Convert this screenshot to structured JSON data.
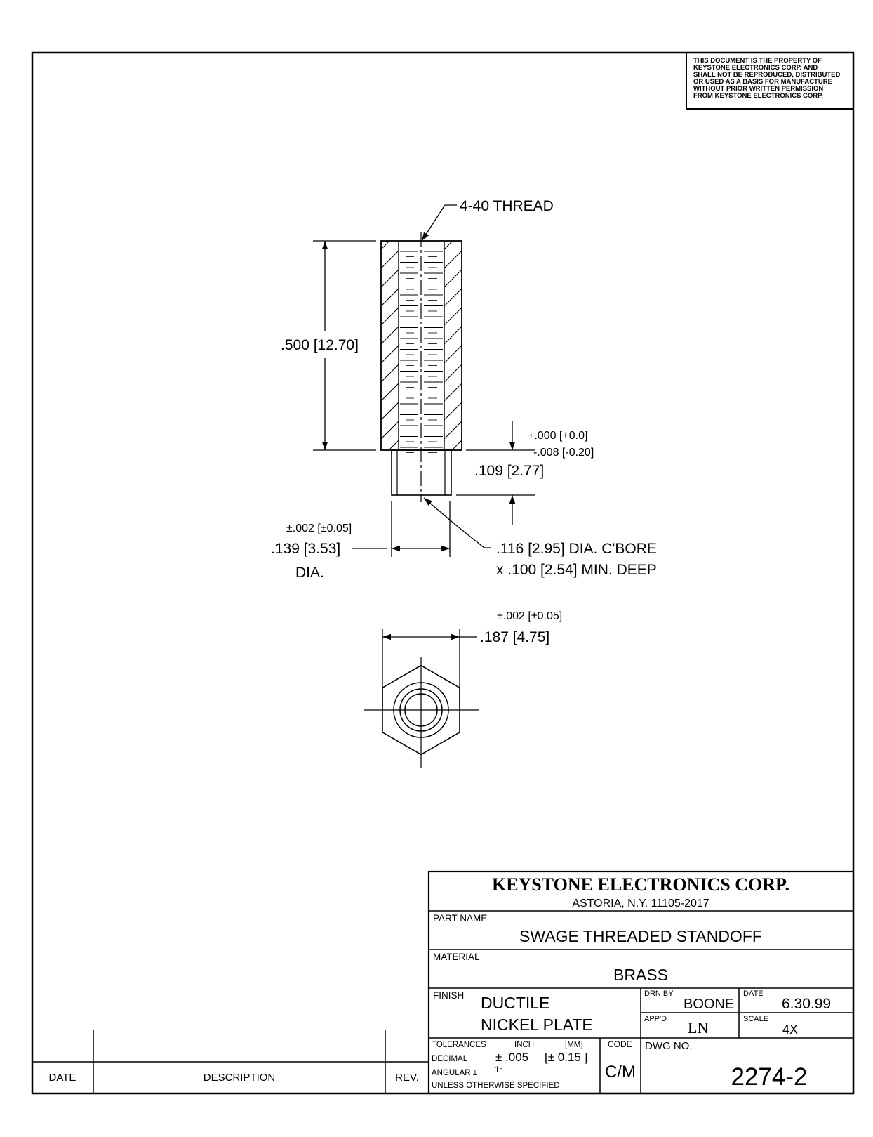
{
  "notice": {
    "lines": [
      "THIS DOCUMENT IS THE PROPERTY OF",
      "KEYSTONE ELECTRONICS CORP. AND",
      "SHALL NOT BE REPRODUCED, DISTRIBUTED",
      "OR USED AS A BASIS FOR MANUFACTURE",
      "WITHOUT PRIOR WRITTEN PERMISSION",
      "FROM KEYSTONE ELECTRONICS CORP."
    ]
  },
  "drawing": {
    "thread_callout": "4-40 THREAD",
    "length_dim": ".500 [12.70]",
    "tol_plus": "+.000 [+0.0]",
    "tol_minus": "-.008 [-0.20]",
    "swage_len": ".109 [2.77]",
    "dia_tol": "±.002 [±0.05]",
    "dia_value": ".139 [3.53]",
    "dia_label": "DIA.",
    "cbore_line1": ".116 [2.95] DIA. C'BORE",
    "cbore_line2": "x .100 [2.54] MIN. DEEP",
    "hex_tol": "±.002 [±0.05]",
    "hex_value": ".187 [4.75]"
  },
  "title_block": {
    "company": "KEYSTONE ELECTRONICS CORP.",
    "address": "ASTORIA, N.Y. 11105-2017",
    "part_name_label": "PART NAME",
    "part_name": "SWAGE THREADED STANDOFF",
    "material_label": "MATERIAL",
    "material": "BRASS",
    "finish_label": "FINISH",
    "finish_line1": "DUCTILE",
    "finish_line2": "NICKEL PLATE",
    "drn_by_label": "DRN BY",
    "drn_by": "BOONE",
    "date_label": "DATE",
    "date": "6.30.99",
    "appd_label": "APP'D",
    "appd": "LN",
    "scale_label": "SCALE",
    "scale": "4X",
    "tolerances_label": "TOLERANCES",
    "inch_label": "INCH",
    "mm_label": "[MM]",
    "decimal_label": "DECIMAL",
    "decimal_inch": "± .005",
    "decimal_mm": "[± 0.15 ]",
    "angular_label": "ANGULAR ±",
    "angular_value": "1°",
    "unless_label": "UNLESS OTHERWISE SPECIFIED",
    "code_label": "CODE",
    "code": "C/M",
    "dwg_no_label": "DWG NO.",
    "dwg_no": "2274-2"
  },
  "revision_block": {
    "date_label": "DATE",
    "description_label": "DESCRIPTION",
    "rev_label": "REV."
  }
}
